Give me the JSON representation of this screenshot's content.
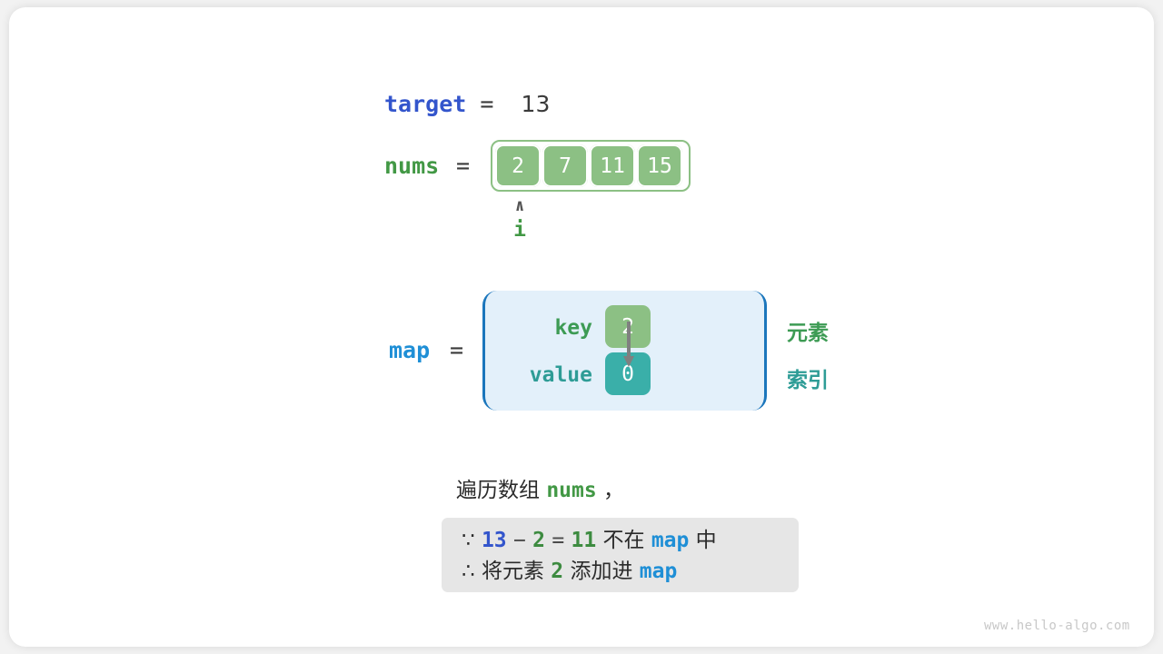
{
  "target": {
    "name": "target",
    "equals": "=",
    "value": "13"
  },
  "nums": {
    "name": "nums",
    "equals": "=",
    "cells": [
      "2",
      "7",
      "11",
      "15"
    ],
    "pointer": {
      "caret": "∧",
      "label": "i",
      "index": 0
    }
  },
  "map": {
    "name": "map",
    "equals": "=",
    "key_label": "key",
    "value_label": "value",
    "key_cell": "2",
    "value_cell": "0",
    "legend_element": "元素",
    "legend_index": "索引"
  },
  "caption": {
    "prefix": "遍历数组",
    "keyword": "nums",
    "suffix": "，"
  },
  "conclusion": {
    "line1": {
      "because": "∵",
      "a": "13",
      "minus": "−",
      "b": "2",
      "equals": "=",
      "result": "11",
      "text_not_in": "不在",
      "map": "map",
      "text_in": "中"
    },
    "line2": {
      "therefore": "∴",
      "text_add": "将元素",
      "element": "2",
      "text_into": "添加进",
      "map": "map"
    }
  },
  "watermark": "www.hello-algo.com",
  "colors": {
    "blue_var": "#3355cc",
    "blue_map": "#1f8fd6",
    "green": "#429845",
    "green_cell": "#8cc084",
    "teal_cell": "#3aafa9",
    "map_box_bg": "#e3f0fa",
    "map_box_border": "#1b76bc",
    "conclusion_bg": "#e6e6e6"
  }
}
